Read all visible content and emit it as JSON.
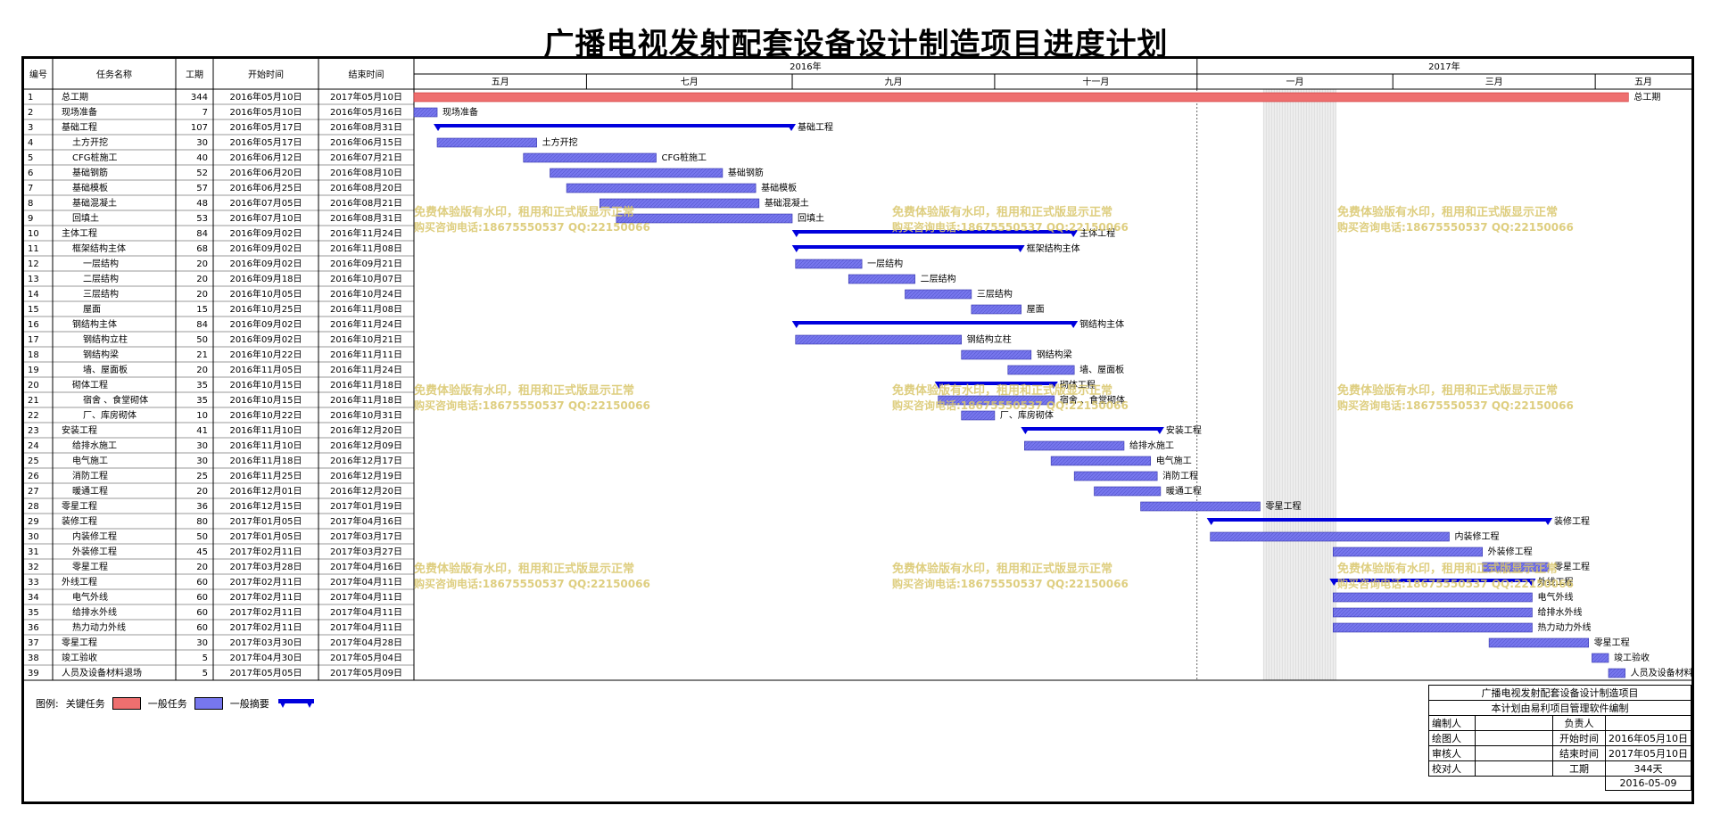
{
  "title": "广播电视发射配套设备设计制造项目进度计划",
  "columns": {
    "id": "编号",
    "name": "任务名称",
    "duration": "工期",
    "start": "开始时间",
    "end": "结束时间"
  },
  "timescale": {
    "years": [
      {
        "label": "2016年",
        "start": "2016-05-10",
        "end": "2017-01-01"
      },
      {
        "label": "2017年",
        "start": "2017-01-01",
        "end": "2017-05-30"
      }
    ],
    "months": [
      {
        "label": "五月",
        "start": "2016-05-10",
        "end": "2016-07-01"
      },
      {
        "label": "七月",
        "start": "2016-07-01",
        "end": "2016-09-01"
      },
      {
        "label": "九月",
        "start": "2016-09-01",
        "end": "2016-11-01"
      },
      {
        "label": "十一月",
        "start": "2016-11-01",
        "end": "2017-01-01"
      },
      {
        "label": "一月",
        "start": "2017-01-01",
        "end": "2017-03-01"
      },
      {
        "label": "三月",
        "start": "2017-03-01",
        "end": "2017-05-01"
      },
      {
        "label": "五月",
        "start": "2017-05-01",
        "end": "2017-05-30"
      }
    ],
    "range_start": "2016-05-10",
    "range_end": "2017-05-30",
    "shade": {
      "start": "2017-01-21",
      "end": "2017-02-12"
    }
  },
  "tasks": [
    {
      "id": "1",
      "name": "总工期",
      "indent": 0,
      "duration": "344",
      "start": "2016年05月10日",
      "end": "2017年05月10日",
      "type": "critical",
      "s": "2016-05-10",
      "e": "2017-05-10",
      "label": "总工期"
    },
    {
      "id": "2",
      "name": "现场准备",
      "indent": 0,
      "duration": "7",
      "start": "2016年05月10日",
      "end": "2016年05月16日",
      "type": "normal",
      "s": "2016-05-10",
      "e": "2016-05-16",
      "label": "现场准备"
    },
    {
      "id": "3",
      "name": "基础工程",
      "indent": 0,
      "duration": "107",
      "start": "2016年05月17日",
      "end": "2016年08月31日",
      "type": "summary",
      "s": "2016-05-17",
      "e": "2016-08-31",
      "label": "基础工程"
    },
    {
      "id": "4",
      "name": "土方开挖",
      "indent": 1,
      "duration": "30",
      "start": "2016年05月17日",
      "end": "2016年06月15日",
      "type": "normal",
      "s": "2016-05-17",
      "e": "2016-06-15",
      "label": "土方开挖"
    },
    {
      "id": "5",
      "name": "CFG桩施工",
      "indent": 1,
      "duration": "40",
      "start": "2016年06月12日",
      "end": "2016年07月21日",
      "type": "normal",
      "s": "2016-06-12",
      "e": "2016-07-21",
      "label": "CFG桩施工"
    },
    {
      "id": "6",
      "name": "基础钢筋",
      "indent": 1,
      "duration": "52",
      "start": "2016年06月20日",
      "end": "2016年08月10日",
      "type": "normal",
      "s": "2016-06-20",
      "e": "2016-08-10",
      "label": "基础钢筋"
    },
    {
      "id": "7",
      "name": "基础模板",
      "indent": 1,
      "duration": "57",
      "start": "2016年06月25日",
      "end": "2016年08月20日",
      "type": "normal",
      "s": "2016-06-25",
      "e": "2016-08-20",
      "label": "基础模板"
    },
    {
      "id": "8",
      "name": "基础混凝土",
      "indent": 1,
      "duration": "48",
      "start": "2016年07月05日",
      "end": "2016年08月21日",
      "type": "normal",
      "s": "2016-07-05",
      "e": "2016-08-21",
      "label": "基础混凝土"
    },
    {
      "id": "9",
      "name": "回填土",
      "indent": 1,
      "duration": "53",
      "start": "2016年07月10日",
      "end": "2016年08月31日",
      "type": "normal",
      "s": "2016-07-10",
      "e": "2016-08-31",
      "label": "回填土"
    },
    {
      "id": "10",
      "name": "主体工程",
      "indent": 0,
      "duration": "84",
      "start": "2016年09月02日",
      "end": "2016年11月24日",
      "type": "summary",
      "s": "2016-09-02",
      "e": "2016-11-24",
      "label": "主体工程"
    },
    {
      "id": "11",
      "name": "框架结构主体",
      "indent": 1,
      "duration": "68",
      "start": "2016年09月02日",
      "end": "2016年11月08日",
      "type": "summary",
      "s": "2016-09-02",
      "e": "2016-11-08",
      "label": "框架结构主体"
    },
    {
      "id": "12",
      "name": "一层结构",
      "indent": 2,
      "duration": "20",
      "start": "2016年09月02日",
      "end": "2016年09月21日",
      "type": "normal",
      "s": "2016-09-02",
      "e": "2016-09-21",
      "label": "一层结构"
    },
    {
      "id": "13",
      "name": "二层结构",
      "indent": 2,
      "duration": "20",
      "start": "2016年09月18日",
      "end": "2016年10月07日",
      "type": "normal",
      "s": "2016-09-18",
      "e": "2016-10-07",
      "label": "二层结构"
    },
    {
      "id": "14",
      "name": "三层结构",
      "indent": 2,
      "duration": "20",
      "start": "2016年10月05日",
      "end": "2016年10月24日",
      "type": "normal",
      "s": "2016-10-05",
      "e": "2016-10-24",
      "label": "三层结构"
    },
    {
      "id": "15",
      "name": "屋面",
      "indent": 2,
      "duration": "15",
      "start": "2016年10月25日",
      "end": "2016年11月08日",
      "type": "normal",
      "s": "2016-10-25",
      "e": "2016-11-08",
      "label": "屋面"
    },
    {
      "id": "16",
      "name": "钢结构主体",
      "indent": 1,
      "duration": "84",
      "start": "2016年09月02日",
      "end": "2016年11月24日",
      "type": "summary",
      "s": "2016-09-02",
      "e": "2016-11-24",
      "label": "钢结构主体"
    },
    {
      "id": "17",
      "name": "钢结构立柱",
      "indent": 2,
      "duration": "50",
      "start": "2016年09月02日",
      "end": "2016年10月21日",
      "type": "normal",
      "s": "2016-09-02",
      "e": "2016-10-21",
      "label": "钢结构立柱"
    },
    {
      "id": "18",
      "name": "钢结构梁",
      "indent": 2,
      "duration": "21",
      "start": "2016年10月22日",
      "end": "2016年11月11日",
      "type": "normal",
      "s": "2016-10-22",
      "e": "2016-11-11",
      "label": "钢结构梁"
    },
    {
      "id": "19",
      "name": "墙、屋面板",
      "indent": 2,
      "duration": "20",
      "start": "2016年11月05日",
      "end": "2016年11月24日",
      "type": "normal",
      "s": "2016-11-05",
      "e": "2016-11-24",
      "label": "墙、屋面板"
    },
    {
      "id": "20",
      "name": "砌体工程",
      "indent": 1,
      "duration": "35",
      "start": "2016年10月15日",
      "end": "2016年11月18日",
      "type": "summary",
      "s": "2016-10-15",
      "e": "2016-11-18",
      "label": "砌体工程"
    },
    {
      "id": "21",
      "name": "宿舍 、食堂砌体",
      "indent": 2,
      "duration": "35",
      "start": "2016年10月15日",
      "end": "2016年11月18日",
      "type": "normal",
      "s": "2016-10-15",
      "e": "2016-11-18",
      "label": "宿舍 、食堂砌体"
    },
    {
      "id": "22",
      "name": "厂、库房砌体",
      "indent": 2,
      "duration": "10",
      "start": "2016年10月22日",
      "end": "2016年10月31日",
      "type": "normal",
      "s": "2016-10-22",
      "e": "2016-10-31",
      "label": "厂、库房砌体"
    },
    {
      "id": "23",
      "name": "安装工程",
      "indent": 0,
      "duration": "41",
      "start": "2016年11月10日",
      "end": "2016年12月20日",
      "type": "summary",
      "s": "2016-11-10",
      "e": "2016-12-20",
      "label": "安装工程"
    },
    {
      "id": "24",
      "name": "给排水施工",
      "indent": 1,
      "duration": "30",
      "start": "2016年11月10日",
      "end": "2016年12月09日",
      "type": "normal",
      "s": "2016-11-10",
      "e": "2016-12-09",
      "label": "给排水施工"
    },
    {
      "id": "25",
      "name": "电气施工",
      "indent": 1,
      "duration": "30",
      "start": "2016年11月18日",
      "end": "2016年12月17日",
      "type": "normal",
      "s": "2016-11-18",
      "e": "2016-12-17",
      "label": "电气施工"
    },
    {
      "id": "26",
      "name": "消防工程",
      "indent": 1,
      "duration": "25",
      "start": "2016年11月25日",
      "end": "2016年12月19日",
      "type": "normal",
      "s": "2016-11-25",
      "e": "2016-12-19",
      "label": "消防工程"
    },
    {
      "id": "27",
      "name": "暖通工程",
      "indent": 1,
      "duration": "20",
      "start": "2016年12月01日",
      "end": "2016年12月20日",
      "type": "normal",
      "s": "2016-12-01",
      "e": "2016-12-20",
      "label": "暖通工程"
    },
    {
      "id": "28",
      "name": "零星工程",
      "indent": 0,
      "duration": "36",
      "start": "2016年12月15日",
      "end": "2017年01月19日",
      "type": "normal",
      "s": "2016-12-15",
      "e": "2017-01-19",
      "label": "零星工程"
    },
    {
      "id": "29",
      "name": "装修工程",
      "indent": 0,
      "duration": "80",
      "start": "2017年01月05日",
      "end": "2017年04月16日",
      "type": "summary",
      "s": "2017-01-05",
      "e": "2017-04-16",
      "label": "装修工程"
    },
    {
      "id": "30",
      "name": "内装修工程",
      "indent": 1,
      "duration": "50",
      "start": "2017年01月05日",
      "end": "2017年03月17日",
      "type": "normal",
      "s": "2017-01-05",
      "e": "2017-03-17",
      "label": "内装修工程"
    },
    {
      "id": "31",
      "name": "外装修工程",
      "indent": 1,
      "duration": "45",
      "start": "2017年02月11日",
      "end": "2017年03月27日",
      "type": "normal",
      "s": "2017-02-11",
      "e": "2017-03-27",
      "label": "外装修工程"
    },
    {
      "id": "32",
      "name": "零星工程",
      "indent": 1,
      "duration": "20",
      "start": "2017年03月28日",
      "end": "2017年04月16日",
      "type": "normal",
      "s": "2017-03-28",
      "e": "2017-04-16",
      "label": "零星工程"
    },
    {
      "id": "33",
      "name": "外线工程",
      "indent": 0,
      "duration": "60",
      "start": "2017年02月11日",
      "end": "2017年04月11日",
      "type": "summary",
      "s": "2017-02-11",
      "e": "2017-04-11",
      "label": "外线工程"
    },
    {
      "id": "34",
      "name": "电气外线",
      "indent": 1,
      "duration": "60",
      "start": "2017年02月11日",
      "end": "2017年04月11日",
      "type": "normal",
      "s": "2017-02-11",
      "e": "2017-04-11",
      "label": "电气外线"
    },
    {
      "id": "35",
      "name": "给排水外线",
      "indent": 1,
      "duration": "60",
      "start": "2017年02月11日",
      "end": "2017年04月11日",
      "type": "normal",
      "s": "2017-02-11",
      "e": "2017-04-11",
      "label": "给排水外线"
    },
    {
      "id": "36",
      "name": "热力动力外线",
      "indent": 1,
      "duration": "60",
      "start": "2017年02月11日",
      "end": "2017年04月11日",
      "type": "normal",
      "s": "2017-02-11",
      "e": "2017-04-11",
      "label": "热力动力外线"
    },
    {
      "id": "37",
      "name": "零星工程",
      "indent": 0,
      "duration": "30",
      "start": "2017年03月30日",
      "end": "2017年04月28日",
      "type": "normal",
      "s": "2017-03-30",
      "e": "2017-04-28",
      "label": "零星工程"
    },
    {
      "id": "38",
      "name": "竣工验收",
      "indent": 0,
      "duration": "5",
      "start": "2017年04月30日",
      "end": "2017年05月04日",
      "type": "normal",
      "s": "2017-04-30",
      "e": "2017-05-04",
      "label": "竣工验收"
    },
    {
      "id": "39",
      "name": "人员及设备材料退场",
      "indent": 0,
      "duration": "5",
      "start": "2017年05月05日",
      "end": "2017年05月09日",
      "type": "normal",
      "s": "2017-05-05",
      "e": "2017-05-09",
      "label": "人员及设备材料退场"
    }
  ],
  "watermark": {
    "line1": "免费体验版有水印，租用和正式版显示正常",
    "line2": "购买咨询电话:18675550537 QQ:22150066"
  },
  "legend": {
    "title": "图例:",
    "critical": "关键任务",
    "normal": "一般任务",
    "summary": "一般摘要"
  },
  "titleblock": {
    "project": "广播电视发射配套设备设计制造项目",
    "note": "本计划由易利项目管理软件编制",
    "r1": [
      "编制人",
      "",
      "负责人",
      ""
    ],
    "r2": [
      "绘图人",
      "",
      "开始时间",
      "2016年05月10日"
    ],
    "r3": [
      "审核人",
      "",
      "结束时间",
      "2017年05月10日"
    ],
    "r4": [
      "校对人",
      "",
      "工期",
      "344天"
    ],
    "date": "2016-05-09"
  },
  "colors": {
    "critical": "#ee6f6f",
    "normal": "#7777ee",
    "summary": "#0000dd",
    "watermark": "#d9c66a",
    "grid": "#000000"
  }
}
